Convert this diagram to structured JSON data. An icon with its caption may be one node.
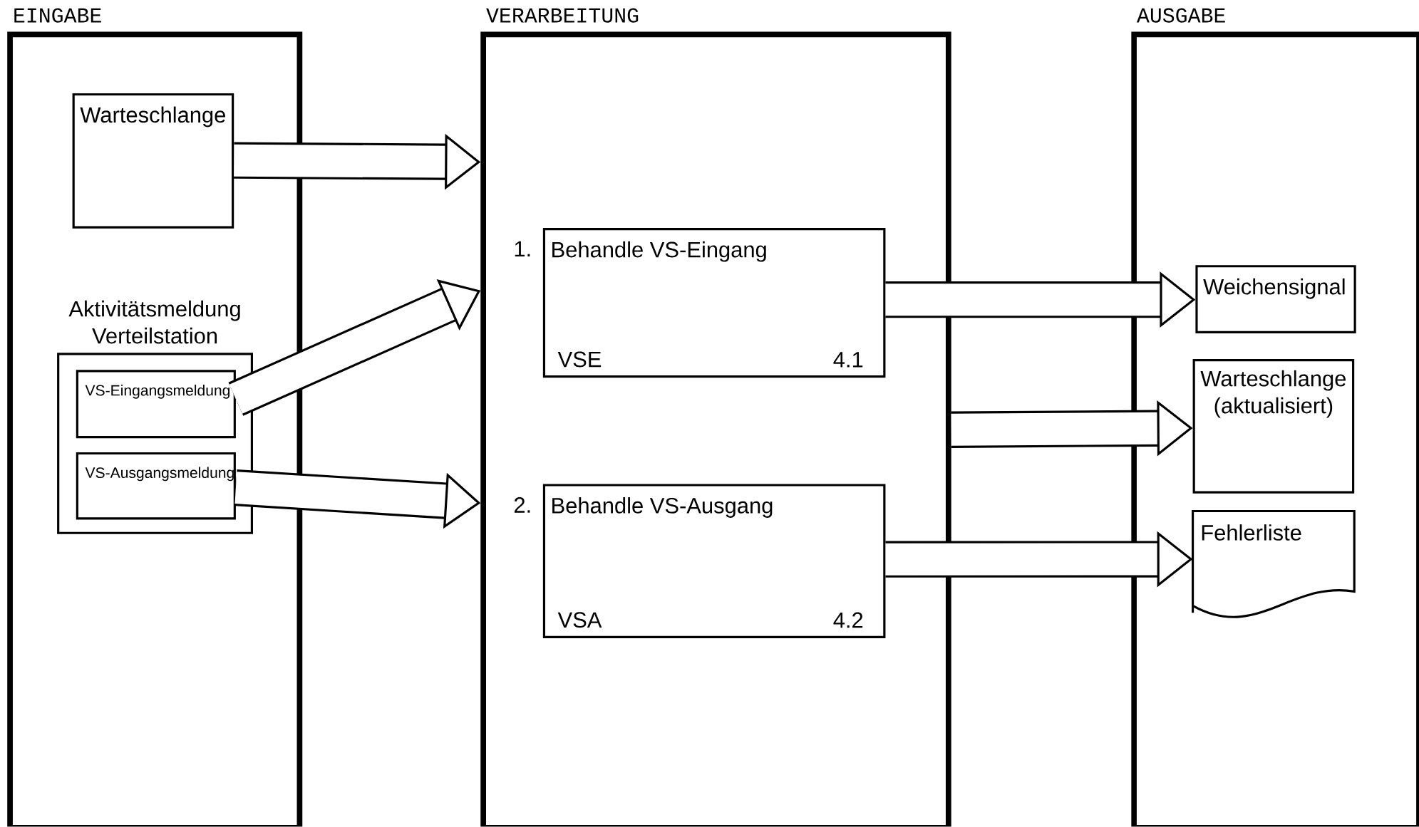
{
  "diagram": {
    "nodes": [
      {
        "text": [
          "EINGABE"
        ]
      },
      {
        "text": [
          "Warteschlange"
        ],
        "in": 0
      },
      {
        "text": [
          "Aktivitätsmeldung Verteilstation"
        ],
        "in": 0
      },
      {
        "text": [
          "VS-Eingangsmeldung"
        ],
        "in": 2
      },
      {
        "text": [
          "VS-Ausgangsmeldung"
        ],
        "in": 2
      },
      {
        "text": [
          "VERARBEITUNG"
        ]
      },
      {
        "text": [
          "Behandle VS-Eingang",
          "VSE",
          "4.1"
        ],
        "beside": [
          "1."
        ],
        "in": 5
      },
      {
        "text": [
          "Behandle VS-Ausgang",
          "VSA",
          "4.2"
        ],
        "beside": [
          "2."
        ],
        "in": 5
      },
      {
        "text": [
          "AUSGABE"
        ]
      },
      {
        "text": [
          "Weichensignal"
        ],
        "in": 8
      },
      {
        "text": [
          "Warteschlange (aktualisiert)"
        ],
        "in": 8
      },
      {
        "text": [
          "Fehlerliste"
        ],
        "in": 8
      }
    ],
    "edges": [
      {
        "from": 1,
        "to": 5,
        "arrow": "to"
      },
      {
        "from": 3,
        "to": 5,
        "arrow": "to"
      },
      {
        "from": 4,
        "to": 5,
        "arrow": "to"
      },
      {
        "from": 6,
        "to": 9,
        "arrow": "to"
      },
      {
        "from": 5,
        "to": 10,
        "arrow": "to"
      },
      {
        "from": 7,
        "to": 11,
        "arrow": "to"
      }
    ]
  }
}
